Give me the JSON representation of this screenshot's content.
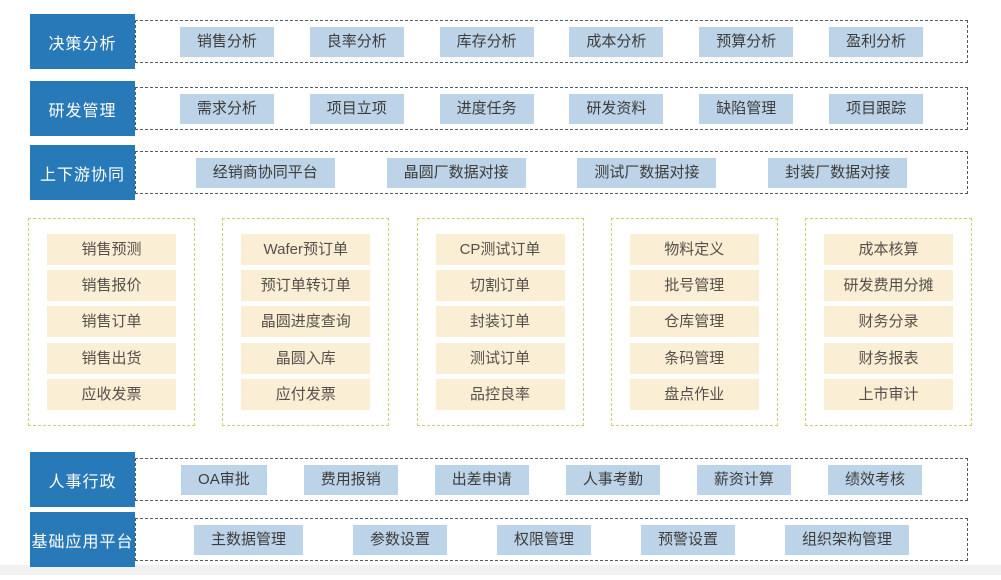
{
  "colors": {
    "band_label_bg": "#2879b7",
    "band_label_text": "#ffffff",
    "blue_chip_bg": "#bdd3e8",
    "blue_chip_text": "#3c3c3c",
    "yellow_chip_bg": "#faeed4",
    "yellow_chip_text": "#55504a",
    "band_border": "#4d5a6b",
    "column_border": "#d5c97b"
  },
  "top_bands": [
    {
      "label": "决策分析",
      "items": [
        "销售分析",
        "良率分析",
        "库存分析",
        "成本分析",
        "预算分析",
        "盈利分析"
      ]
    },
    {
      "label": "研发管理",
      "items": [
        "需求分析",
        "项目立项",
        "进度任务",
        "研发资料",
        "缺陷管理",
        "项目跟踪"
      ]
    },
    {
      "label": "上下游协同",
      "items": [
        "经销商协同平台",
        "晶圆厂数据对接",
        "测试厂数据对接",
        "封装厂数据对接"
      ]
    }
  ],
  "module_columns": [
    {
      "items": [
        "销售预测",
        "销售报价",
        "销售订单",
        "销售出货",
        "应收发票"
      ]
    },
    {
      "items": [
        "Wafer预订单",
        "预订单转订单",
        "晶圆进度查询",
        "晶圆入库",
        "应付发票"
      ]
    },
    {
      "items": [
        "CP测试订单",
        "切割订单",
        "封装订单",
        "测试订单",
        "品控良率"
      ]
    },
    {
      "items": [
        "物料定义",
        "批号管理",
        "仓库管理",
        "条码管理",
        "盘点作业"
      ]
    },
    {
      "items": [
        "成本核算",
        "研发费用分摊",
        "财务分录",
        "财务报表",
        "上市审计"
      ]
    }
  ],
  "bottom_bands": [
    {
      "label": "人事行政",
      "items": [
        "OA审批",
        "费用报销",
        "出差申请",
        "人事考勤",
        "薪资计算",
        "绩效考核"
      ]
    },
    {
      "label": "基础应用平台",
      "items": [
        "主数据管理",
        "参数设置",
        "权限管理",
        "预警设置",
        "组织架构管理"
      ]
    }
  ]
}
